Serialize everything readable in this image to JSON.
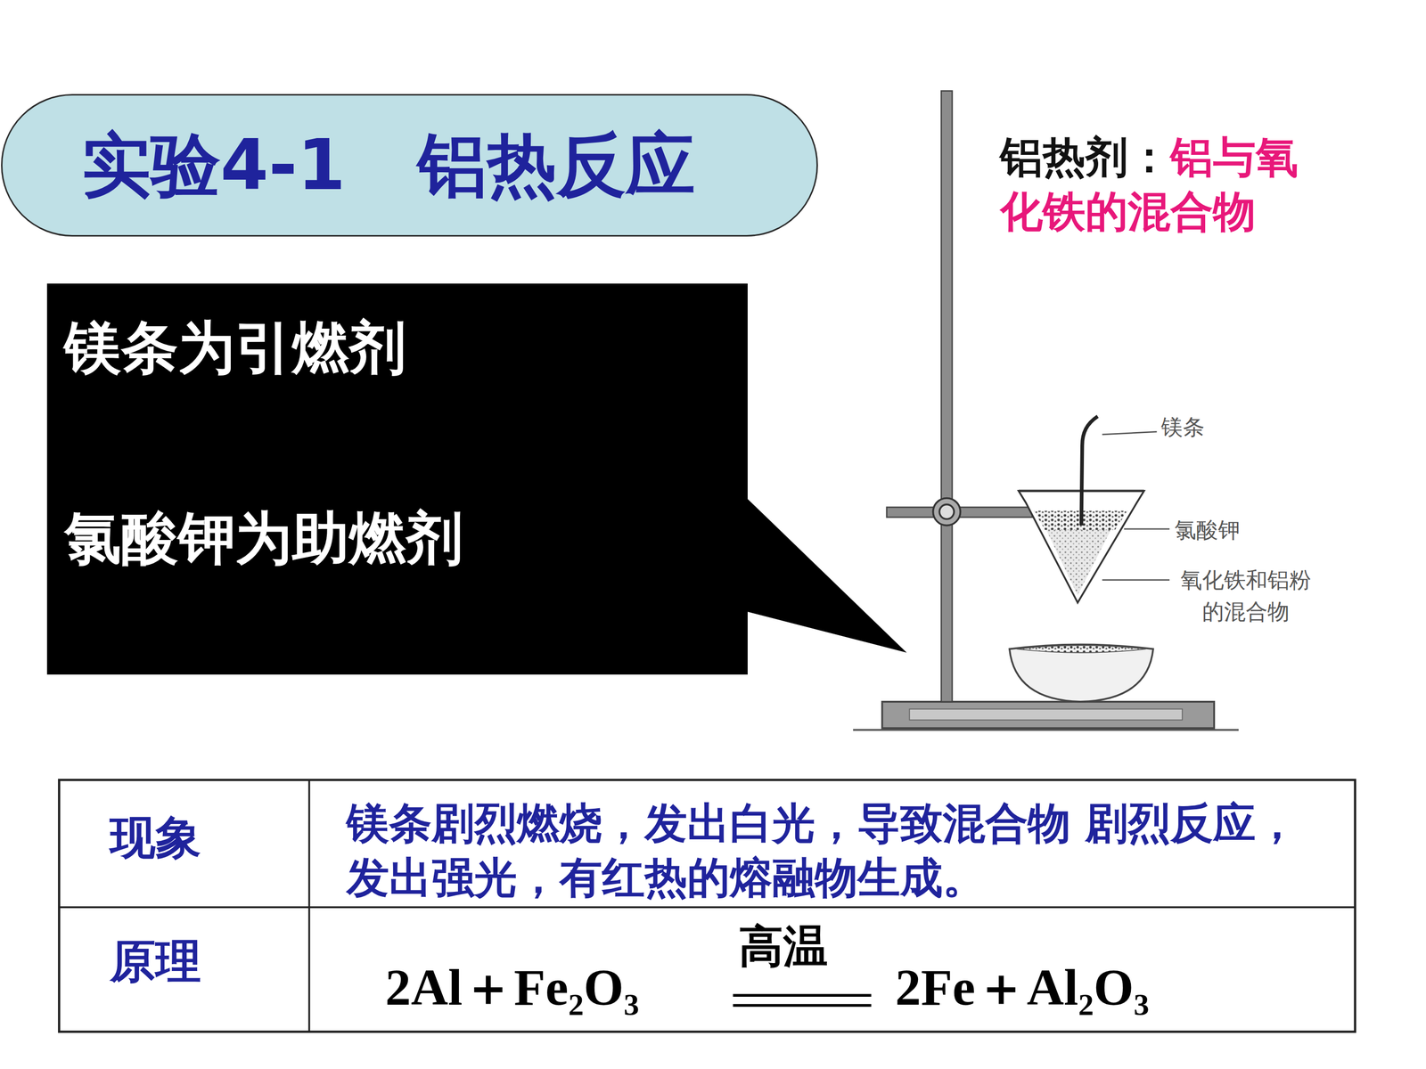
{
  "diagram": {
    "title": "实验4-1   铝热反应",
    "nodes": [
      {
        "text": [
          "镁条为引燃剂",
          "氯酸钾为助燃剂"
        ]
      }
    ],
    "labels": [
      "铝热剂：",
      "铝与氧化铁的混合物",
      "镁条",
      "氯酸钾",
      "氧化铁和铝粉 的混合物",
      "现象",
      "镁条剧烈燃烧，发出白光，导致混合物 剧烈反应，发出强光，有红热的熔融物生成。",
      "原理",
      "2Al＋Fe₂O₃",
      "高温",
      "2Fe＋Al₂O₃"
    ]
  }
}
